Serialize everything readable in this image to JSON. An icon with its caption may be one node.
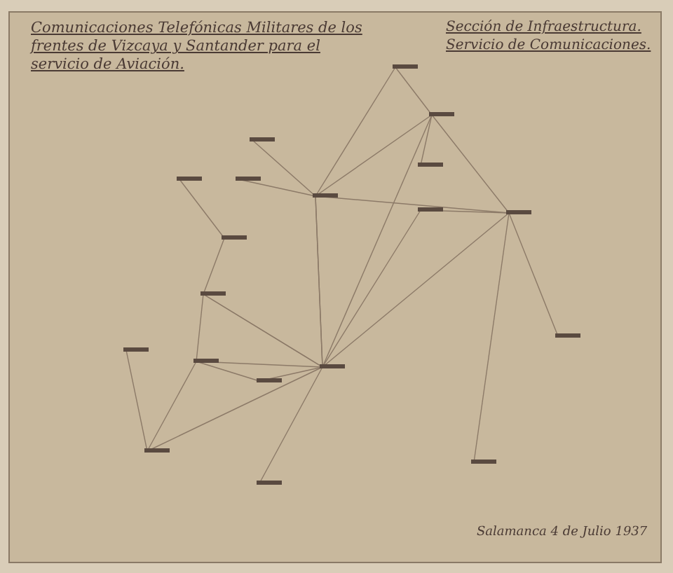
{
  "diagram": {
    "title": "Comunicaciones Telefónicas Militares de los frentes de Vizcaya y Santander para el servicio de Aviación.",
    "labels": [
      "Sección de Infraestructura.",
      "Servicio de Comunicaciones.",
      "Salamanca 4 de Julio 1937"
    ]
  }
}
